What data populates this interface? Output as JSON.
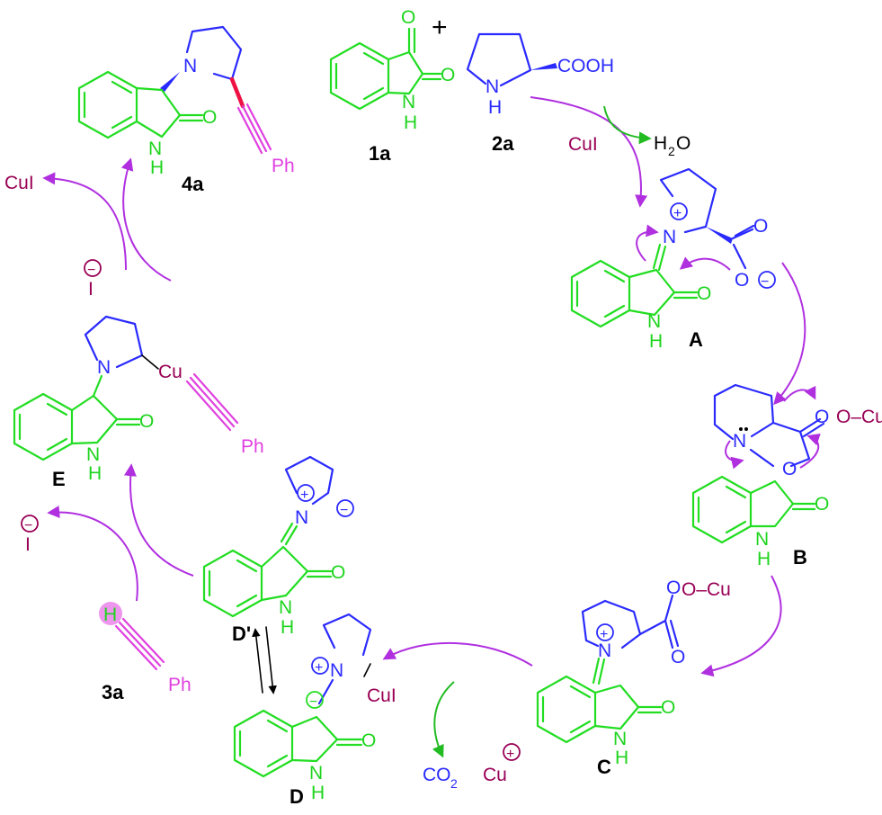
{
  "plus_sign": "+",
  "compounds": {
    "c1a": "1a",
    "c2a": "2a",
    "c3a": "3a",
    "c4a": "4a",
    "cA": "A",
    "cB": "B",
    "cC": "C",
    "cD": "D",
    "cDp": "D'",
    "cE": "E"
  },
  "atoms": {
    "O": "O",
    "N": "N",
    "H": "H",
    "NH": "N",
    "cooh": "COOH",
    "ph": "Ph",
    "cu": "Cu",
    "ocu": "O–Cu",
    "cui": "CuI",
    "h2o_H": "H",
    "h2o_sub": "2",
    "h2o_O": "O",
    "co2_C": "CO",
    "co2_sub": "2",
    "cu_plus": "Cu",
    "iodide": "I"
  },
  "charges": {
    "plus": "+",
    "minus": "−"
  },
  "colors": {
    "ring_green": "#22dd22",
    "pyrrolidine_blue": "#2a2aff",
    "alkyne_pink": "#e040e0",
    "copper_maroon": "#990055",
    "arrow_purple": "#b030e0",
    "arrow_green": "#22bb22",
    "new_bond_red": "#ee1144"
  }
}
